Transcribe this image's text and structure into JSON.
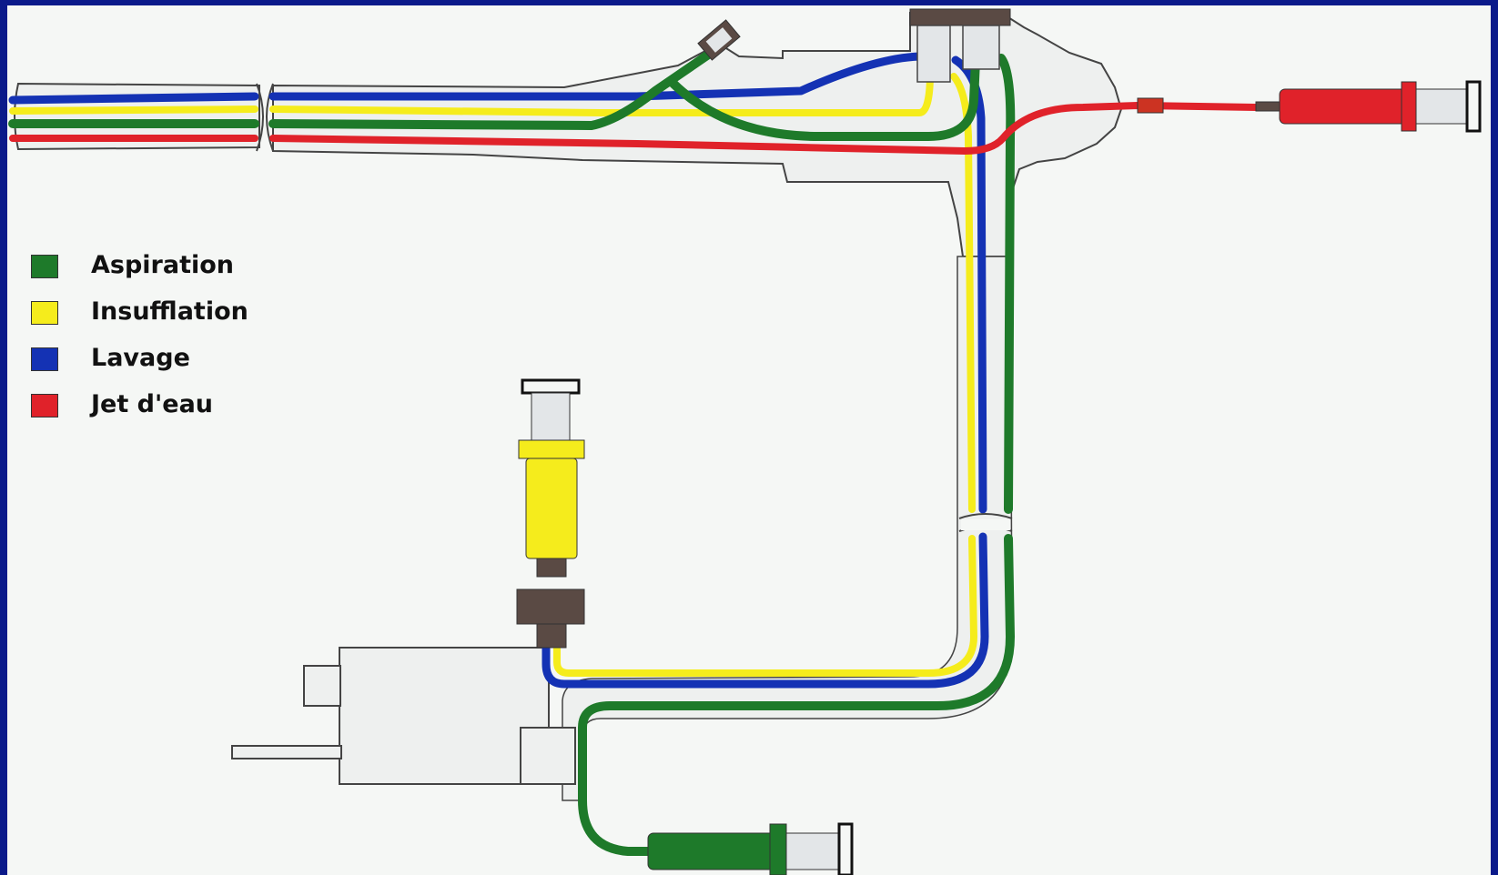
{
  "legend": {
    "items": [
      {
        "label": "Aspiration",
        "color": "#1e7a2a"
      },
      {
        "label": "Insufflation",
        "color": "#f5ec1c"
      },
      {
        "label": "Lavage",
        "color": "#1432b4"
      },
      {
        "label": "Jet d'eau",
        "color": "#e0222a"
      }
    ]
  },
  "colors": {
    "background": "#0b1a8a",
    "panel": "#f5f7f5",
    "aspiration": "#1e7a2a",
    "insufflation": "#f5ec1c",
    "lavage": "#1432b4",
    "jet_eau": "#e0222a",
    "body": "#eef0ef",
    "outline": "#444444",
    "connector": "#5a4a44"
  }
}
